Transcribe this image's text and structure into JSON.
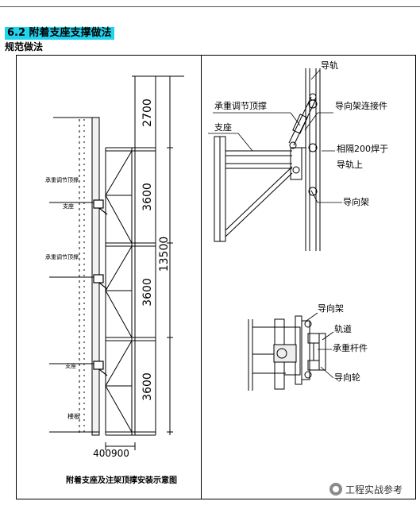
{
  "section_heading": "6.2 附着支座支撑做法",
  "sub_heading": "规范做法",
  "left_drawing": {
    "dimensions": {
      "seg1": "2700",
      "seg2": "3600",
      "seg3": "3600",
      "seg4": "3600",
      "total": "13500",
      "bottom": "400900"
    },
    "labels": {
      "support_strut_1": "承重调节顶撑",
      "support_1": "支座",
      "support_strut_2": "承重调节顶撑",
      "support_2": "支座",
      "floor_slab": "楼板"
    },
    "caption": "附着支座及注架顶撑安装示意图"
  },
  "top_right": {
    "guide_rail": "导轨",
    "strut": "承重调节顶撑",
    "connector": "导向架连接件",
    "support": "支座",
    "weld_line1": "相隔200焊于",
    "weld_line2": "导轨上",
    "guide_frame": "导向架"
  },
  "bottom_right": {
    "guide_frame": "导向架",
    "track": "轨道",
    "bearing_rod": "承重杆件",
    "guide_wheel": "导向轮"
  },
  "watermark": "工程实战参考"
}
